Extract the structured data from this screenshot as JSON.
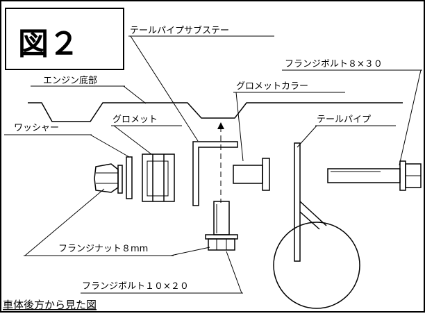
{
  "figure": {
    "number_label": "図２",
    "caption": "車体後方から見た図"
  },
  "labels": {
    "tail_pipe_sub_stay": "テールパイプサブステー",
    "flange_bolt_8x30": "フランジボルト８×３０",
    "engine_bottom": "エンジン底部",
    "grommet_collar": "グロメットカラー",
    "washer": "ワッシャー",
    "grommet": "グロメット",
    "tail_pipe": "テールパイプ",
    "flange_nut": "フランジナット８mm",
    "flange_bolt_10x20": "フランジボルト１０×２０"
  }
}
